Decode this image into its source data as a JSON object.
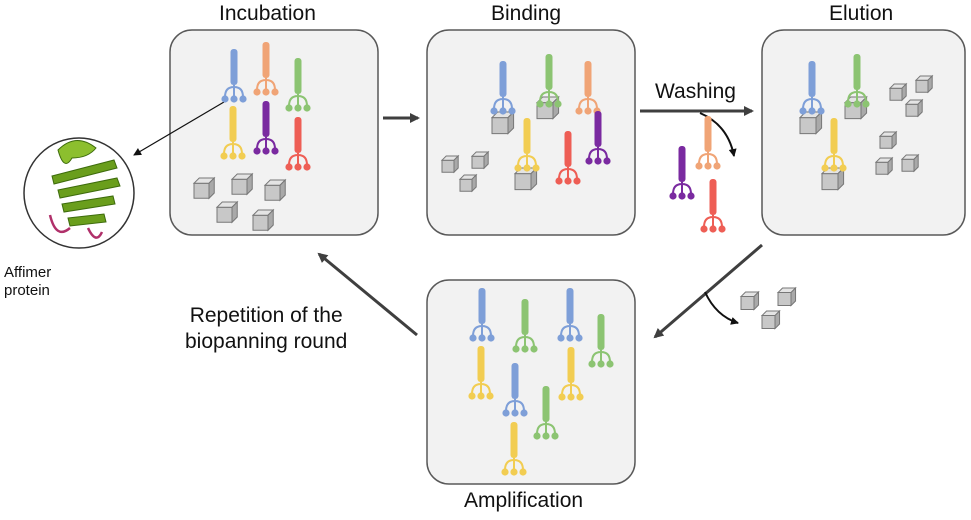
{
  "stages": {
    "incubation": "Incubation",
    "binding": "Binding",
    "elution": "Elution",
    "amplification": "Amplification"
  },
  "washing": "Washing",
  "affimer": {
    "line1": "Affimer",
    "line2": "protein"
  },
  "repetition": {
    "line1": "Repetition of the",
    "line2": "biopanning round"
  },
  "colors": {
    "blue": "#7e9fd8",
    "orange": "#f0a476",
    "green": "#8cc472",
    "yellow": "#f2cd52",
    "purple": "#7a2aa0",
    "red": "#ee5e55",
    "panel_fill": "#f2f2f2",
    "panel_stroke": "#595959",
    "arrow": "#3f3f3f",
    "protein_green": "#6a9e1c",
    "loop_magenta": "#b0306a"
  }
}
